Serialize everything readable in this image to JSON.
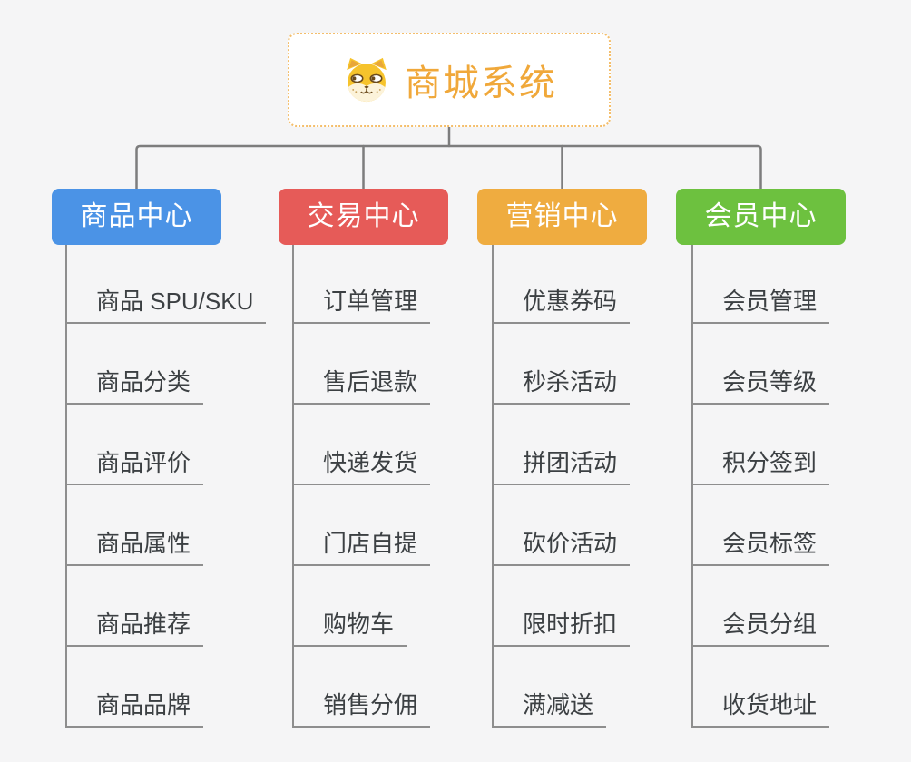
{
  "root": {
    "label": "商城系统",
    "icon": "dog-face-icon"
  },
  "branches": [
    {
      "label": "商品中心",
      "color": "#4b93e6",
      "items": [
        "商品 SPU/SKU",
        "商品分类",
        "商品评价",
        "商品属性",
        "商品推荐",
        "商品品牌"
      ]
    },
    {
      "label": "交易中心",
      "color": "#e65b58",
      "items": [
        "订单管理",
        "售后退款",
        "快递发货",
        "门店自提",
        "购物车",
        "销售分佣"
      ]
    },
    {
      "label": "营销中心",
      "color": "#efac40",
      "items": [
        "优惠券码",
        "秒杀活动",
        "拼团活动",
        "砍价活动",
        "限时折扣",
        "满减送"
      ]
    },
    {
      "label": "会员中心",
      "color": "#6dc13f",
      "items": [
        "会员管理",
        "会员等级",
        "积分签到",
        "会员标签",
        "会员分组",
        "收货地址"
      ]
    }
  ],
  "colors": {
    "background": "#f5f5f6",
    "connector": "#7d7d7d",
    "leaf_line": "#8e8e8e",
    "leaf_text": "#3c4043",
    "root_title": "#f0a83a",
    "root_border": "#f4be6b"
  }
}
